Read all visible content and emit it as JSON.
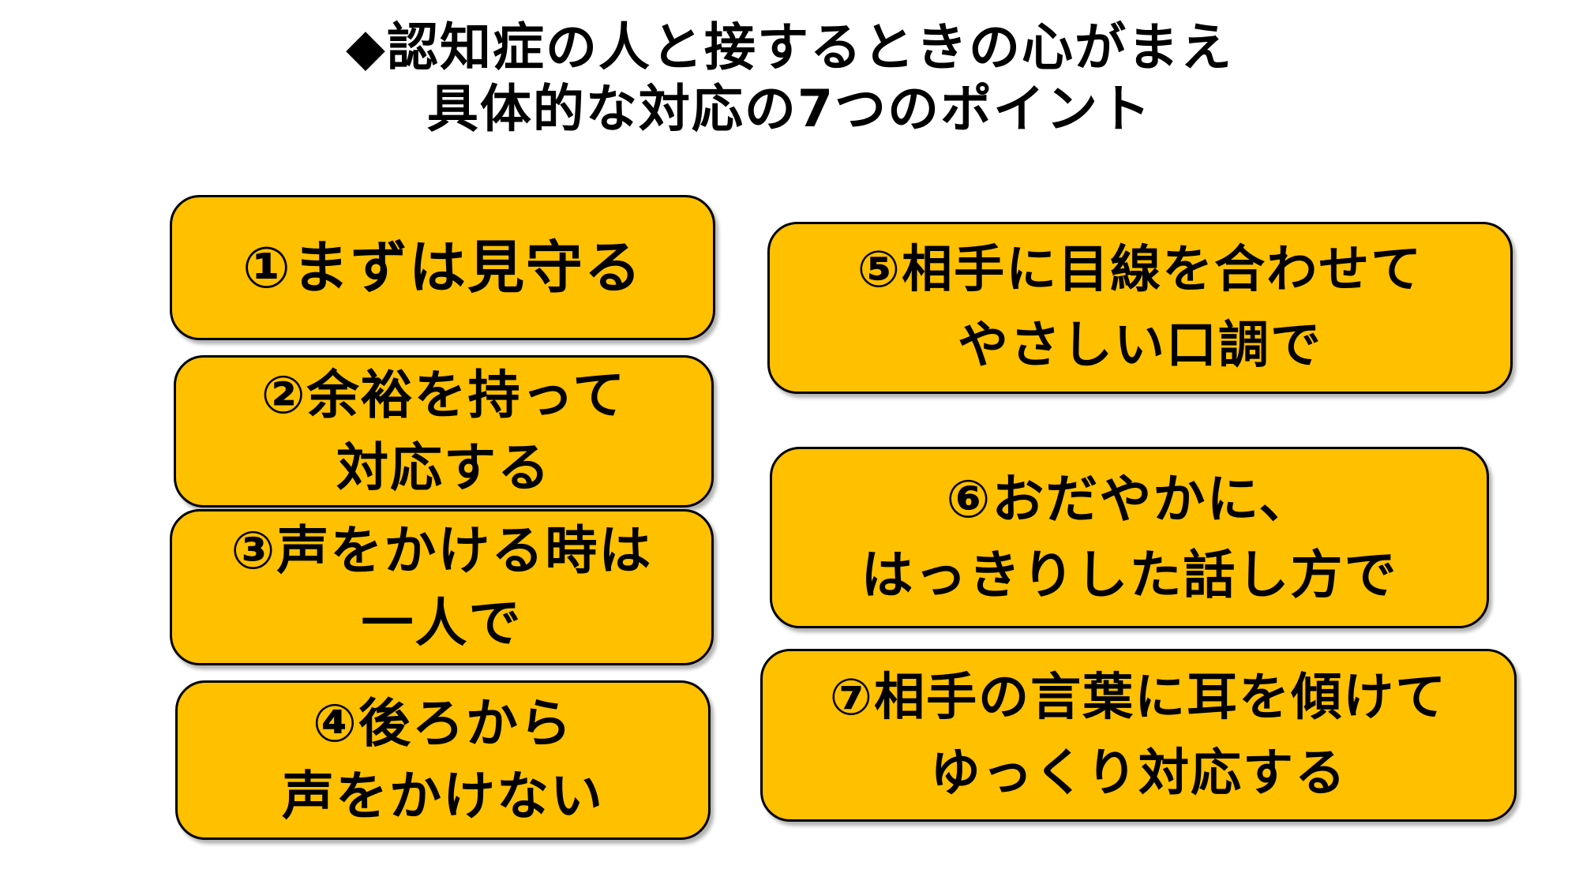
{
  "colors": {
    "background": "#FFFFFF",
    "box_fill": "#FFC000",
    "box_border": "#000000",
    "text": "#000000"
  },
  "title": {
    "line1": "◆認知症の人と接するときの心がまえ",
    "line2": "具体的な対応の7つのポイント"
  },
  "boxes": {
    "left": [
      {
        "number": "①",
        "lines": [
          "①まずは見守る"
        ]
      },
      {
        "number": "②",
        "lines": [
          "②余裕を持って",
          "対応する"
        ]
      },
      {
        "number": "③",
        "lines": [
          "③声をかける時は",
          "一人で"
        ]
      },
      {
        "number": "④",
        "lines": [
          "④後ろから",
          "声をかけない"
        ]
      }
    ],
    "right": [
      {
        "number": "⑤",
        "lines": [
          "⑤相手に目線を合わせて",
          "やさしい口調で"
        ]
      },
      {
        "number": "⑥",
        "lines": [
          "⑥おだやかに、",
          "はっきりした話し方で"
        ]
      },
      {
        "number": "⑦",
        "lines": [
          "⑦相手の言葉に耳を傾けて",
          "ゆっくり対応する"
        ]
      }
    ]
  }
}
